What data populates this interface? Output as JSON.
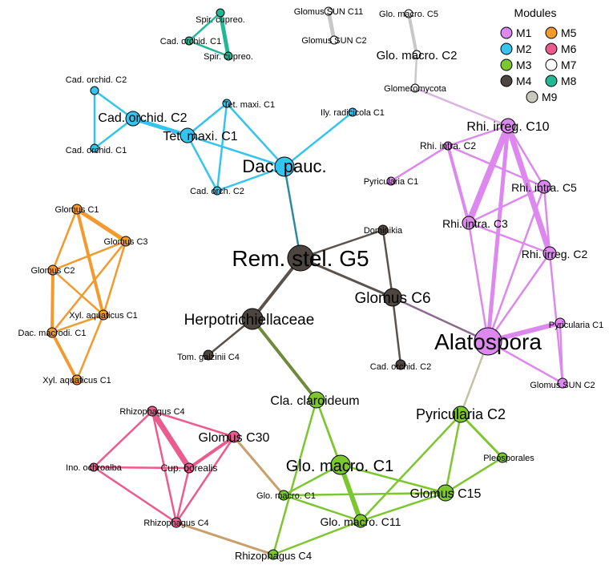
{
  "legend": {
    "title": "Modules",
    "items": [
      {
        "key": "M1",
        "label": "M1",
        "color": "#dd88ee"
      },
      {
        "key": "M5",
        "label": "M5",
        "color": "#f29a2e"
      },
      {
        "key": "M2",
        "label": "M2",
        "color": "#35c4ee"
      },
      {
        "key": "M6",
        "label": "M6",
        "color": "#ec5b8e"
      },
      {
        "key": "M3",
        "label": "M3",
        "color": "#7cc62e"
      },
      {
        "key": "M7",
        "label": "M7",
        "color": "#ffffff"
      },
      {
        "key": "M4",
        "label": "M4",
        "color": "#4d4540"
      },
      {
        "key": "M8",
        "label": "M8",
        "color": "#22b894"
      },
      {
        "key": "M9",
        "label": "M9",
        "color": "#c8c8bc"
      }
    ]
  },
  "nodes": [
    {
      "id": "spir1",
      "label": "Spir. cupreo.",
      "module": "M8"
    },
    {
      "id": "cadorc1m8",
      "label": "Cad. orchid. C1",
      "module": "M8"
    },
    {
      "id": "spir2",
      "label": "Spir. cupreo.",
      "module": "M8"
    },
    {
      "id": "gsun11",
      "label": "Glomus SUN C11",
      "module": "M7"
    },
    {
      "id": "gsun2m7",
      "label": "Glomus SUN C2",
      "module": "M7"
    },
    {
      "id": "gmac5",
      "label": "Glo. macro. C5",
      "module": "M7"
    },
    {
      "id": "gmac2",
      "label": "Glo. macro. C2",
      "module": "M7"
    },
    {
      "id": "glomero",
      "label": "Glomeromycota",
      "module": "M7"
    },
    {
      "id": "cadorc2a",
      "label": "Cad. orchid. C2",
      "module": "M2"
    },
    {
      "id": "cadorc2b",
      "label": "Cad. orchid. C2",
      "module": "M2"
    },
    {
      "id": "cadorc1m2",
      "label": "Cad. orchid. C1",
      "module": "M2"
    },
    {
      "id": "tet1s",
      "label": "Tet. maxi. C1",
      "module": "M2"
    },
    {
      "id": "tet1b",
      "label": "Tet. maxi. C1",
      "module": "M2"
    },
    {
      "id": "ily",
      "label": "Ily. radicicola C1",
      "module": "M2"
    },
    {
      "id": "dac",
      "label": "Dac. pauc.",
      "module": "M2"
    },
    {
      "id": "cadorch2",
      "label": "Cad. orch. C2",
      "module": "M2"
    },
    {
      "id": "rhi10",
      "label": "Rhi. irreg. C10",
      "module": "M1"
    },
    {
      "id": "rhiin2",
      "label": "Rhi. intra. C2",
      "module": "M1"
    },
    {
      "id": "pyr1a",
      "label": "Pyricularia C1",
      "module": "M1"
    },
    {
      "id": "rhiin5",
      "label": "Rhi. intra. C5",
      "module": "M1"
    },
    {
      "id": "rhiin3",
      "label": "Rhi. intra. C3",
      "module": "M1"
    },
    {
      "id": "rhiir2",
      "label": "Rhi. irreg. C2",
      "module": "M1"
    },
    {
      "id": "pyr1b",
      "label": "Pyricularia C1",
      "module": "M1"
    },
    {
      "id": "alato",
      "label": "Alatospora",
      "module": "M1"
    },
    {
      "id": "gsun2m1",
      "label": "Glomus SUN C2",
      "module": "M1"
    },
    {
      "id": "glc1",
      "label": "Glomus C1",
      "module": "M5"
    },
    {
      "id": "glc3",
      "label": "Glomus C3",
      "module": "M5"
    },
    {
      "id": "glc2",
      "label": "Glomus C2",
      "module": "M5"
    },
    {
      "id": "xyl1a",
      "label": "Xyl. aquaticus C1",
      "module": "M5"
    },
    {
      "id": "dacmac",
      "label": "Dac. macrodi. C1",
      "module": "M5"
    },
    {
      "id": "xyl1b",
      "label": "Xyl. aquaticus C1",
      "module": "M5"
    },
    {
      "id": "rem",
      "label": "Rem. stel. G5",
      "module": "M4"
    },
    {
      "id": "domin",
      "label": "Dominikia",
      "module": "M4"
    },
    {
      "id": "glc6",
      "label": "Glomus C6",
      "module": "M4"
    },
    {
      "id": "herpo",
      "label": "Herpotrichiellaceae",
      "module": "M4"
    },
    {
      "id": "tom",
      "label": "Tom. galzinii C4",
      "module": "M4"
    },
    {
      "id": "cadorc2m4",
      "label": "Cad. orchid. C2",
      "module": "M4"
    },
    {
      "id": "cla",
      "label": "Cla. claroideum",
      "module": "M3"
    },
    {
      "id": "pyr2",
      "label": "Pyricularia C2",
      "module": "M3"
    },
    {
      "id": "pleo",
      "label": "Pleosporales",
      "module": "M3"
    },
    {
      "id": "gmac1",
      "label": "Glo. macro. C1",
      "module": "M3"
    },
    {
      "id": "gmac1s",
      "label": "Glo. macro. C1",
      "module": "M3"
    },
    {
      "id": "glc15",
      "label": "Glomus C15",
      "module": "M3"
    },
    {
      "id": "gmac11",
      "label": "Glo. macro. C11",
      "module": "M3"
    },
    {
      "id": "rhiz4c",
      "label": "Rhizophagus C4",
      "module": "M3"
    },
    {
      "id": "rhiz4a",
      "label": "Rhizophagus C4",
      "module": "M6"
    },
    {
      "id": "glc30",
      "label": "Glomus C30",
      "module": "M6"
    },
    {
      "id": "ino",
      "label": "Ino. ochroalba",
      "module": "M6"
    },
    {
      "id": "cup",
      "label": "Cup. borealis",
      "module": "M6"
    },
    {
      "id": "rhiz4b",
      "label": "Rhizophagus C4",
      "module": "M6"
    }
  ],
  "edges": [
    [
      "spir1",
      "cadorc1m8"
    ],
    [
      "cadorc1m8",
      "spir2"
    ],
    [
      "spir1",
      "spir2"
    ],
    [
      "gsun11",
      "gsun2m7"
    ],
    [
      "gmac5",
      "gmac2"
    ],
    [
      "gmac2",
      "glomero"
    ],
    [
      "glomero",
      "rhi10"
    ],
    [
      "cadorc2a",
      "cadorc2b"
    ],
    [
      "cadorc2b",
      "cadorc1m2"
    ],
    [
      "cadorc2a",
      "cadorc1m2"
    ],
    [
      "cadorc2b",
      "tet1b"
    ],
    [
      "tet1b",
      "tet1s"
    ],
    [
      "tet1s",
      "dac"
    ],
    [
      "tet1b",
      "dac"
    ],
    [
      "ily",
      "dac"
    ],
    [
      "cadorch2",
      "dac"
    ],
    [
      "cadorch2",
      "tet1s"
    ],
    [
      "tet1b",
      "cadorch2"
    ],
    [
      "dac",
      "rem"
    ],
    [
      "rhi10",
      "rhiin2"
    ],
    [
      "rhi10",
      "rhiin5"
    ],
    [
      "rhi10",
      "rhiin3"
    ],
    [
      "rhi10",
      "rhiir2"
    ],
    [
      "rhi10",
      "alato"
    ],
    [
      "rhiin2",
      "rhiin5"
    ],
    [
      "rhiin2",
      "rhiin3"
    ],
    [
      "rhiin2",
      "pyr1a"
    ],
    [
      "rhiin3",
      "rhiin5"
    ],
    [
      "rhiin5",
      "rhiir2"
    ],
    [
      "rhiin3",
      "rhiir2"
    ],
    [
      "rhiin3",
      "alato"
    ],
    [
      "rhiir2",
      "alato"
    ],
    [
      "rhiin5",
      "alato"
    ],
    [
      "alato",
      "pyr1b"
    ],
    [
      "alato",
      "gsun2m1"
    ],
    [
      "pyr1b",
      "gsun2m1"
    ],
    [
      "rhiir2",
      "gsun2m1"
    ],
    [
      "glc1",
      "glc3"
    ],
    [
      "glc1",
      "glc2"
    ],
    [
      "glc1",
      "xyl1a"
    ],
    [
      "glc3",
      "glc2"
    ],
    [
      "glc3",
      "xyl1a"
    ],
    [
      "glc2",
      "xyl1a"
    ],
    [
      "glc2",
      "dacmac"
    ],
    [
      "xyl1a",
      "dacmac"
    ],
    [
      "dacmac",
      "xyl1b"
    ],
    [
      "xyl1a",
      "xyl1b"
    ],
    [
      "glc3",
      "dacmac"
    ],
    [
      "rem",
      "domin"
    ],
    [
      "rem",
      "glc6"
    ],
    [
      "rem",
      "herpo"
    ],
    [
      "domin",
      "glc6"
    ],
    [
      "herpo",
      "tom"
    ],
    [
      "glc6",
      "cadorc2m4"
    ],
    [
      "glc6",
      "alato"
    ],
    [
      "herpo",
      "cla"
    ],
    [
      "cla",
      "gmac1"
    ],
    [
      "cla",
      "gmac11"
    ],
    [
      "cla",
      "rhiz4c"
    ],
    [
      "gmac1",
      "gmac11"
    ],
    [
      "gmac1",
      "gmac1s"
    ],
    [
      "gmac1",
      "glc15"
    ],
    [
      "gmac1s",
      "glc15"
    ],
    [
      "gmac1s",
      "gmac11"
    ],
    [
      "gmac11",
      "rhiz4c"
    ],
    [
      "gmac11",
      "glc15"
    ],
    [
      "glc15",
      "pyr2"
    ],
    [
      "pyr2",
      "pleo"
    ],
    [
      "glc15",
      "pleo"
    ],
    [
      "pyr2",
      "gmac11"
    ],
    [
      "pyr2",
      "alato"
    ],
    [
      "rhiz4a",
      "glc30"
    ],
    [
      "rhiz4a",
      "cup"
    ],
    [
      "rhiz4a",
      "ino"
    ],
    [
      "rhiz4a",
      "rhiz4b"
    ],
    [
      "glc30",
      "cup"
    ],
    [
      "glc30",
      "rhiz4b"
    ],
    [
      "cup",
      "ino"
    ],
    [
      "cup",
      "rhiz4b"
    ],
    [
      "ino",
      "rhiz4b"
    ],
    [
      "glc30",
      "gmac1s"
    ],
    [
      "rhiz4b",
      "rhiz4c"
    ]
  ]
}
